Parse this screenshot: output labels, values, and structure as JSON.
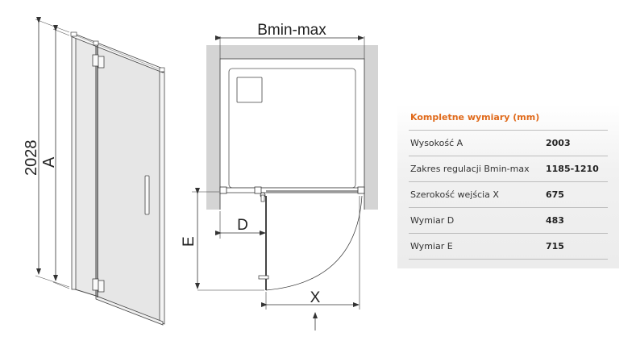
{
  "door_view": {
    "dimension_overall": "2028",
    "dimension_label": "A"
  },
  "plan_view": {
    "width_label": "Bmin-max",
    "depth_label": "E",
    "offset_label": "D",
    "entry_label": "X"
  },
  "spec_table": {
    "title": "Kompletne wymiary (mm)",
    "rows": [
      {
        "label": "Wysokość A",
        "value": "2003"
      },
      {
        "label": "Zakres regulacji Bmin-max",
        "value": "1185-1210"
      },
      {
        "label": "Szerokość wejścia X",
        "value": "675"
      },
      {
        "label": "Wymiar D",
        "value": "483"
      },
      {
        "label": "Wymiar E",
        "value": "715"
      }
    ]
  },
  "colors": {
    "title_accent": "#e06a1b",
    "wall_gray": "#d4d4d4",
    "glass_gray": "#e8e8e8"
  }
}
